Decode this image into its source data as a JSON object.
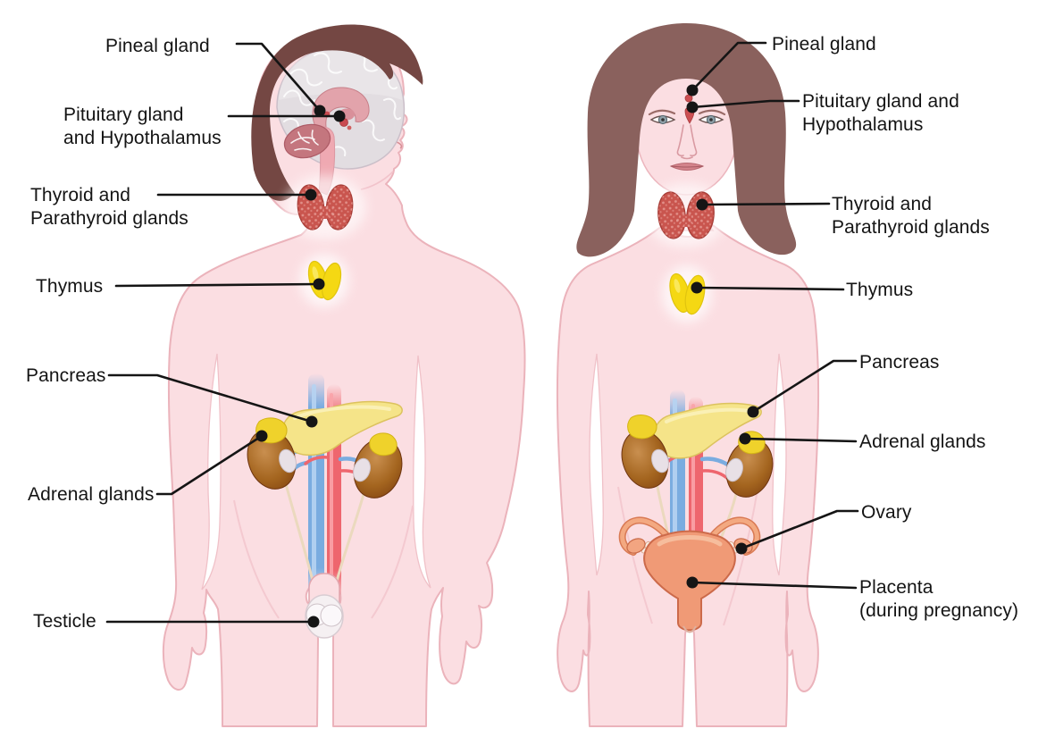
{
  "diagram": {
    "subject": "Endocrine system, male and female figures",
    "background_color": "#ffffff",
    "leader_line_color": "#151515",
    "label_text_color": "#141414"
  },
  "labels": {
    "male": {
      "pineal": "Pineal gland",
      "pituitary1": "Pituitary gland",
      "pituitary2": "and Hypothalamus",
      "thyroid1": "Thyroid and",
      "thyroid2": "Parathyroid glands",
      "thymus": "Thymus",
      "pancreas": "Pancreas",
      "adrenal": "Adrenal glands",
      "testicle": "Testicle"
    },
    "female": {
      "pineal": "Pineal gland",
      "pituitary1": "Pituitary gland and",
      "pituitary2": "Hypothalamus",
      "thyroid1": "Thyroid and",
      "thyroid2": "Parathyroid glands",
      "thymus": "Thymus",
      "pancreas": "Pancreas",
      "adrenal": "Adrenal glands",
      "ovary": "Ovary",
      "placenta1": "Placenta",
      "placenta2": "(during pregnancy)"
    }
  },
  "colors": {
    "skin": "#fbdee2",
    "skin_outline": "#ebb3bb",
    "male_hair": "#744743",
    "female_hair": "#8a615d",
    "brain": "#e2dde1",
    "cerebellum": "#c4767e",
    "brainstem": "#efa9b2",
    "pineal_pituitary_red": "#c94a50",
    "thyroid": "#c9554e",
    "thymus_yellow": "#f5d813",
    "pancreas": "#f5e489",
    "kidney_brown": "#9a5b22",
    "adrenal_yellow": "#efd22b",
    "vein_blue": "#7aace0",
    "artery_red": "#ee666e",
    "uterus_salmon": "#f09a76",
    "testicle_white": "#f5f0f2"
  }
}
